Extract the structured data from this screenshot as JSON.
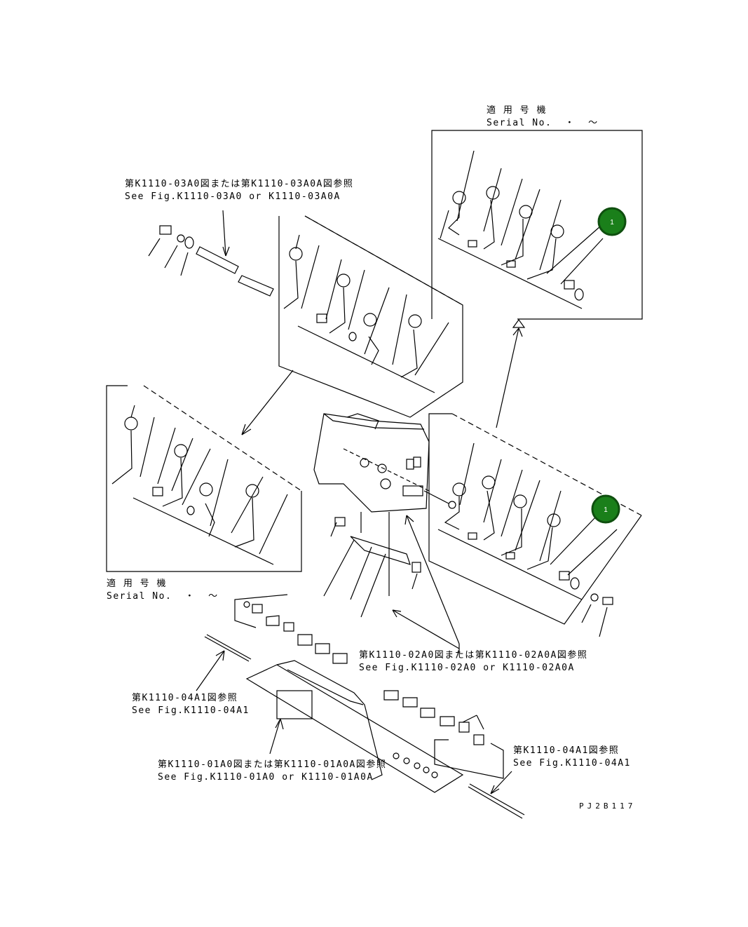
{
  "drawing_code": "PJ2B117",
  "callouts": {
    "top_right": {
      "line1": "適 用 号 機",
      "line2": "Serial No.  ・  〜"
    },
    "left": {
      "line1": "適 用 号 機",
      "line2": "Serial No.  ・  〜"
    }
  },
  "refs": {
    "k1110_03a0": {
      "line1": "第K1110-03A0図または第K1110-03A0A図参照",
      "line2": "See Fig.K1110-03A0 or K1110-03A0A"
    },
    "k1110_02a0": {
      "line1": "第K1110-02A0図または第K1110-02A0A図参照",
      "line2": "See Fig.K1110-02A0 or K1110-02A0A"
    },
    "k1110_04a1_left": {
      "line1": "第K1110-04A1図参照",
      "line2": "See Fig.K1110-04A1"
    },
    "k1110_04a1_right": {
      "line1": "第K1110-04A1図参照",
      "line2": "See Fig.K1110-04A1"
    },
    "k1110_01a0": {
      "line1": "第K1110-01A0図または第K1110-01A0A図参照",
      "line2": "See Fig.K1110-01A0 or K1110-01A0A"
    }
  },
  "hotspots": {
    "top": "1",
    "right": "1"
  },
  "colors": {
    "hotspot_fill": "#1a7f1a",
    "hotspot_ring": "#0f4f0f",
    "line": "#000000"
  }
}
